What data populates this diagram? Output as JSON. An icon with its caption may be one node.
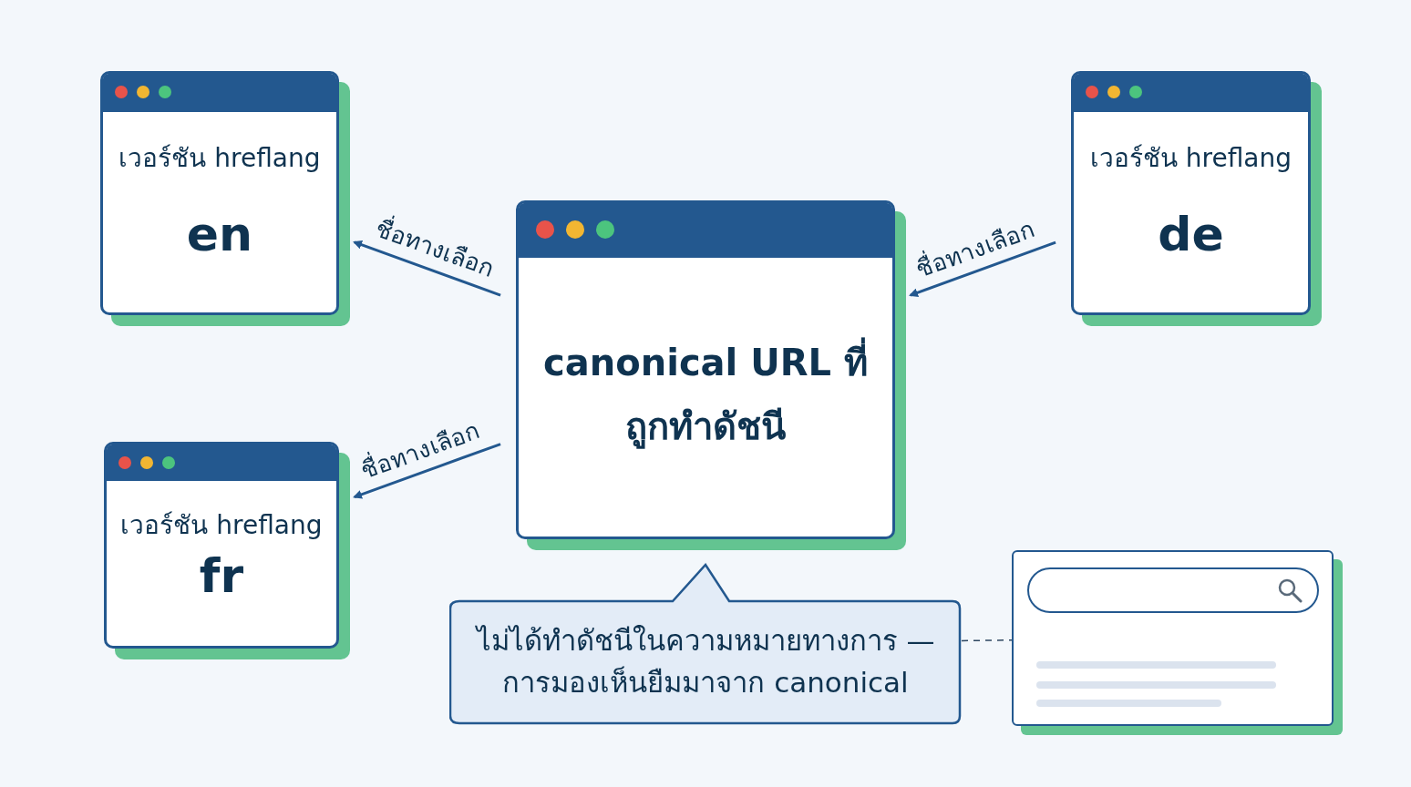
{
  "diagram": {
    "nodes": [
      {
        "text": [
          "เวอร์ชัน hreflang",
          "en"
        ]
      },
      {
        "text": [
          "canonical URL ที่ถูกทำดัชนี"
        ]
      },
      {
        "text": [
          "เวอร์ชัน hreflang",
          "de"
        ]
      },
      {
        "text": [
          "เวอร์ชัน hreflang",
          "fr"
        ]
      },
      {
        "text": [
          "ไม่ได้ทำดัชนีในความหมายทางการ — การมองเห็นยืมมาจาก canonical"
        ]
      },
      {
        "text": [],
        "shape": "box"
      }
    ],
    "edges": [
      {
        "from": 1,
        "to": 0,
        "arrow": "to",
        "label": "ชื่อทางเลือก"
      },
      {
        "from": 2,
        "to": 1,
        "arrow": "to",
        "label": "ชื่อทางเลือก"
      },
      {
        "from": 1,
        "to": 3,
        "arrow": "to",
        "label": "ชื่อทางเลือก"
      },
      {
        "from": 4,
        "to": 5,
        "arrow": "none",
        "style": "dashed"
      }
    ]
  }
}
